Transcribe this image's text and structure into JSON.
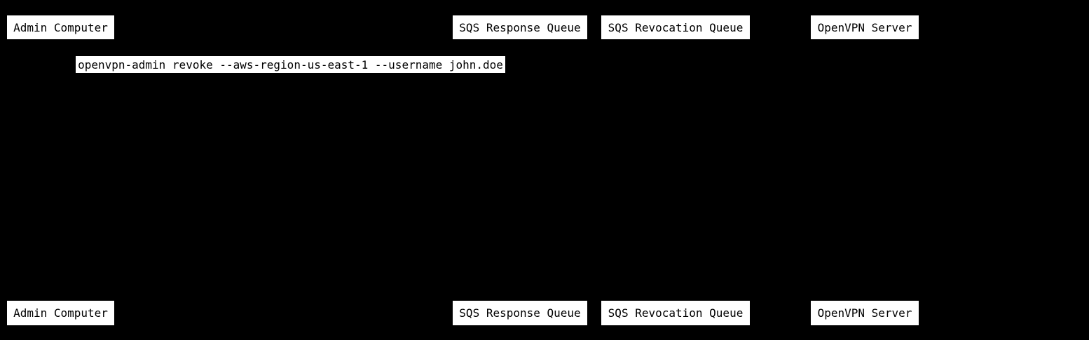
{
  "diagram": {
    "background_color": "#000000",
    "box_fill_color": "#ffffff",
    "box_text_color": "#000000"
  },
  "participants": [
    {
      "label": "Admin Computer"
    },
    {
      "label": "SQS Response Queue"
    },
    {
      "label": "SQS Revocation Queue"
    },
    {
      "label": "OpenVPN Server"
    }
  ],
  "messages": [
    {
      "text": "openvpn-admin revoke --aws-region-us-east-1 --username john.doe"
    }
  ]
}
